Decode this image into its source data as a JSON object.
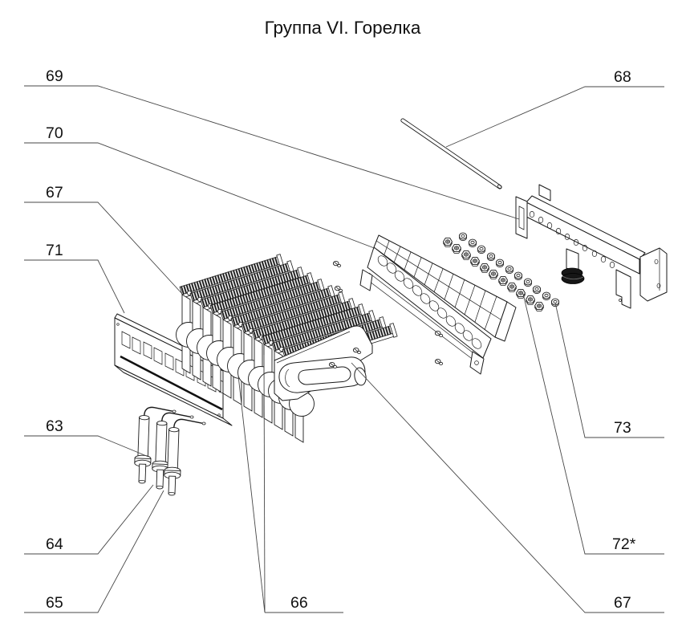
{
  "title": "Группа VI. Горелка",
  "labels": {
    "n69": "69",
    "n70": "70",
    "n67l": "67",
    "n71": "71",
    "n63": "63",
    "n64": "64",
    "n65": "65",
    "n66": "66",
    "n68": "68",
    "n73": "73",
    "n72": "72*",
    "n67r": "67"
  },
  "colors": {
    "ink": "#1a1a1a",
    "leader": "#474747",
    "paper": "#ffffff",
    "coupling": "#161616"
  }
}
